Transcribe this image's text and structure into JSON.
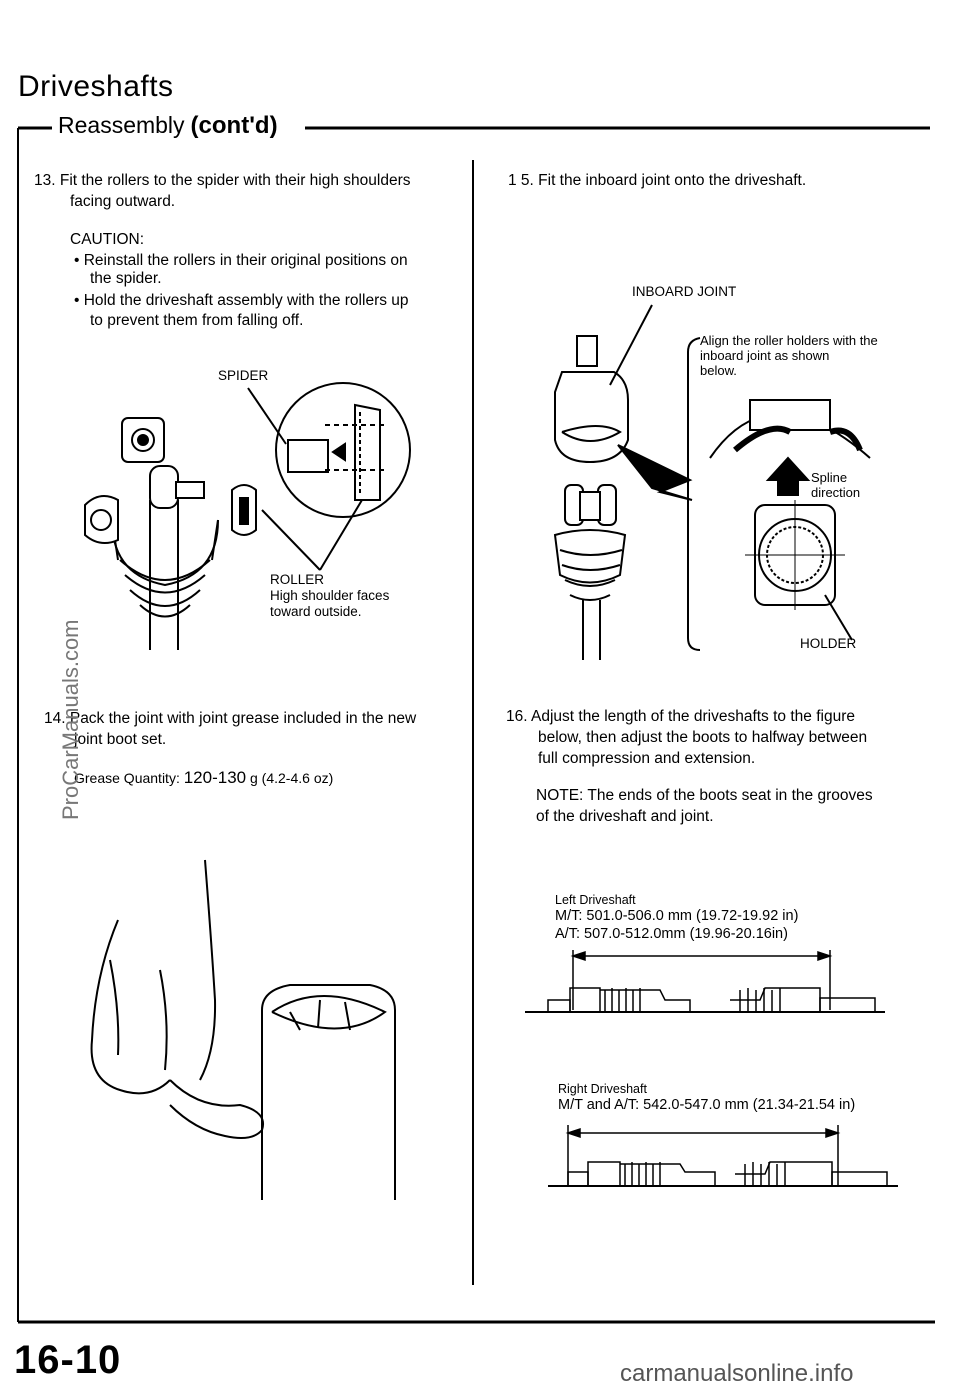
{
  "header": {
    "title": "Driveshafts",
    "subtitle": "Reassembly",
    "contd": "(cont'd)"
  },
  "left": {
    "step13": {
      "line1": "13.  Fit the rollers to the spider with their high shoulders",
      "line2": "facing outward.",
      "caution_label": "CAUTION:",
      "bullet1_line1": "•  Reinstall the rollers in their original positions on",
      "bullet1_line2": "the spider.",
      "bullet2_line1": "•  Hold the driveshaft assembly with the rollers up",
      "bullet2_line2": "to prevent them from falling off."
    },
    "fig1": {
      "spider_label": "SPIDER",
      "roller_label": "ROLLER",
      "roller_note1": "High shoulder faces",
      "roller_note2": "toward outside."
    },
    "step14": {
      "line1": "14.  Pack the joint with joint grease included in the new",
      "line2": "joint boot set.",
      "grease_label": "Grease Quantity:",
      "grease_value": "120-130",
      "grease_unit": "g (4.2-4.6 oz)"
    }
  },
  "right": {
    "step15": {
      "line1": "1 5.  Fit the inboard joint onto the driveshaft."
    },
    "fig2": {
      "inboard_label": "INBOARD JOINT",
      "align_note1": "Align the roller holders with the",
      "align_note2": "inboard joint as shown",
      "align_note3": "below.",
      "spline_label1": "Spline",
      "spline_label2": "direction",
      "holder_label": "HOLDER"
    },
    "step16": {
      "line1": "16.  Adjust the length of the driveshafts to the figure",
      "line2": "below, then adjust the boots to halfway between",
      "line3": "full compression and extension.",
      "note1": "NOTE:  The ends of the boots seat in the grooves",
      "note2": "of the driveshaft and joint."
    },
    "left_driveshaft": {
      "label": "Left Driveshaft",
      "mt": "M/T: 501.0-506.0 mm (19.72-19.92 in)",
      "at": "A/T: 507.0-512.0mm (19.96-20.16in)"
    },
    "right_driveshaft": {
      "label": "Right Driveshaft",
      "spec": "M/T and A/T: 542.0-547.0 mm (21.34-21.54 in)"
    }
  },
  "footer": {
    "page_number": "16-10",
    "site": "carmanualsonline.info",
    "watermark": "ProCarManuals.com"
  }
}
